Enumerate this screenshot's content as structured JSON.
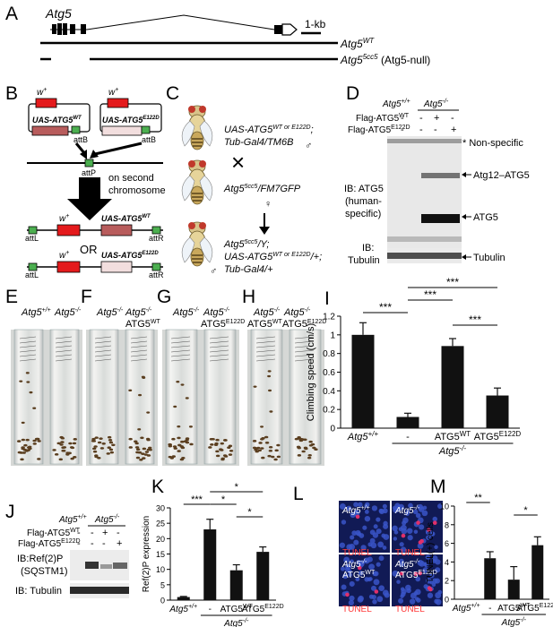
{
  "panels": {
    "A": {
      "letter": "A",
      "gene": "Atg5",
      "scale": "1-kb",
      "wt": "Atg5",
      "wt_sup": "WT",
      "mut": "Atg5",
      "mut_sup": "5cc5",
      "mut_note": "(Atg5-null)"
    },
    "B": {
      "letter": "B",
      "w_plus": "w",
      "uas_wt": "UAS-ATG5",
      "uas_wt_sup": "WT",
      "uas_e": "UAS-ATG5",
      "uas_e_sup": "E122D",
      "attB": "attB",
      "attP": "attP",
      "attL": "attL",
      "attR": "attR",
      "second_chr_1": "on second",
      "second_chr_2": "chromosome",
      "or": "OR"
    },
    "C": {
      "letter": "C",
      "line1a": "UAS-ATG5",
      "line1a_sup": "WT or E122D",
      "line1b": "Tub-Gal4/TM6B",
      "line2": "Atg5",
      "line2_sup": "5cc5",
      "line2_rest": "/FM7GFP",
      "line3a": "Atg5",
      "line3a_sup": "5cc5",
      "line3a_rest": "/Y;",
      "line3b": "UAS-ATG5",
      "line3b_sup": "WT or E122D",
      "line3b_rest": "/+;",
      "line3c": "Tub-Gal4/+",
      "cross": "×"
    },
    "D": {
      "letter": "D",
      "wt": "Atg5",
      "wt_sup": "+/+",
      "ko": "Atg5",
      "ko_sup": "-/-",
      "flag_wt": "Flag-ATG5",
      "flag_wt_sup": "WT",
      "flag_e": "Flag-ATG5",
      "flag_e_sup": "E122D",
      "row1": [
        "-",
        "-",
        "+",
        "-"
      ],
      "row2": [
        "-",
        "-",
        "-",
        "+"
      ],
      "ib1": "IB: ATG5",
      "ib1b": "(human-",
      "ib1c": "specific)",
      "nonspec": "* Non-specific",
      "conj": "Atg12–ATG5",
      "atg5": "ATG5",
      "ib2": "IB:",
      "ib2b": "Tubulin",
      "tub": "Tubulin"
    },
    "E": {
      "letter": "E",
      "t1": "Atg5",
      "t1_sup": "+/+",
      "t2": "Atg5",
      "t2_sup": "-/-"
    },
    "F": {
      "letter": "F",
      "t1": "Atg5",
      "t1_sup": "-/-",
      "t2": "ATG5",
      "t2_sup": "WT"
    },
    "G": {
      "letter": "G",
      "t1": "Atg5",
      "t1_sup": "-/-",
      "t2": "ATG5",
      "t2_sup": "E122D"
    },
    "H": {
      "letter": "H",
      "t1": "Atg5",
      "t1_sup": "-/-",
      "t2a": "ATG5",
      "t2a_sup": "WT",
      "t2b": "ATG5",
      "t2b_sup": "E122D"
    },
    "J": {
      "letter": "J",
      "wt": "Atg5",
      "wt_sup": "+/+",
      "ko": "Atg5",
      "ko_sup": "-/-",
      "flag_wt": "Flag-ATG5",
      "flag_wt_sup": "WT",
      "flag_e": "Flag-ATG5",
      "flag_e_sup": "E122D",
      "row1": [
        "-",
        "-",
        "+",
        "-"
      ],
      "row2": [
        "-",
        "-",
        "-",
        "+"
      ],
      "ib1": "IB:Ref(2)P",
      "ib1b": "(SQSTM1)",
      "ib2": "IB: Tubulin"
    },
    "L": {
      "letter": "L",
      "q1": "Atg5",
      "q1_sup": "+/+",
      "q2": "Atg5",
      "q2_sup": "-/-",
      "q3": "Atg5",
      "q3_sup": "-/-",
      "q3b": "ATG5",
      "q3b_sup": "WT",
      "q4": "Atg5",
      "q4_sup": "-/-",
      "q4b": "ATG5",
      "q4b_sup": "E122D",
      "tunel": "TUNEL"
    }
  },
  "chart_data": [
    {
      "id": "I",
      "letter": "I",
      "type": "bar",
      "ylabel": "Climbing speed (cm/s)",
      "ylim": [
        0,
        1.2
      ],
      "yticks": [
        0,
        0.2,
        0.4,
        0.6,
        0.8,
        1,
        1.2
      ],
      "categories": [
        "Atg5+/+",
        "-",
        "ATG5WT",
        "ATG5E122D"
      ],
      "x_labels": [
        {
          "main": "Atg5",
          "sup": "+/+",
          "italic": true
        },
        {
          "main": "-",
          "sup": "",
          "italic": false
        },
        {
          "main": "ATG5",
          "sup": "WT",
          "italic": false
        },
        {
          "main": "ATG5",
          "sup": "E122D",
          "italic": false
        }
      ],
      "group_label": "Atg5",
      "group_label_sup": "-/-",
      "values": [
        1.0,
        0.12,
        0.88,
        0.35
      ],
      "errors": [
        0.13,
        0.04,
        0.08,
        0.08
      ],
      "significance": [
        {
          "from": 0,
          "to": 1,
          "label": "***",
          "level": 0
        },
        {
          "from": 1,
          "to": 2,
          "label": "***",
          "level": 1
        },
        {
          "from": 1,
          "to": 3,
          "label": "***",
          "level": 2
        },
        {
          "from": 2,
          "to": 3,
          "label": "***",
          "level": 0
        }
      ]
    },
    {
      "id": "K",
      "letter": "K",
      "type": "bar",
      "ylabel": "Ref(2)P expression",
      "ylim": [
        0,
        30
      ],
      "yticks": [
        0,
        5,
        10,
        15,
        20,
        25,
        30
      ],
      "categories": [
        "Atg5+/+",
        "-",
        "ATG5WT",
        "ATG5E122D"
      ],
      "x_labels": [
        {
          "main": "Atg5",
          "sup": "+/+",
          "italic": true
        },
        {
          "main": "-",
          "sup": "",
          "italic": false
        },
        {
          "main": "ATG5",
          "sup": "WT",
          "italic": false
        },
        {
          "main": "ATG5",
          "sup": "E122D",
          "italic": false
        }
      ],
      "group_label": "Atg5",
      "group_label_sup": "-/-",
      "values": [
        1.0,
        23.0,
        9.7,
        15.7
      ],
      "errors": [
        0.2,
        3.3,
        1.8,
        1.6
      ],
      "significance": [
        {
          "from": 0,
          "to": 1,
          "label": "***",
          "level": 0
        },
        {
          "from": 1,
          "to": 2,
          "label": "*",
          "level": 0
        },
        {
          "from": 1,
          "to": 3,
          "label": "*",
          "level": 1
        },
        {
          "from": 2,
          "to": 3,
          "label": "*",
          "level": 0
        }
      ]
    },
    {
      "id": "M",
      "letter": "M",
      "type": "bar",
      "ylabel": "TUNEL(+) cells",
      "ylim": [
        0,
        10
      ],
      "yticks": [
        0,
        2,
        4,
        6,
        8,
        10
      ],
      "categories": [
        "Atg5+/+",
        "-",
        "ATG5WT",
        "ATG5E122D"
      ],
      "x_labels": [
        {
          "main": "Atg5",
          "sup": "+/+",
          "italic": true
        },
        {
          "main": "-",
          "sup": "",
          "italic": false
        },
        {
          "main": "ATG5",
          "sup": "WT",
          "italic": false
        },
        {
          "main": "ATG5",
          "sup": "E122D",
          "italic": false
        }
      ],
      "group_label": "Atg5",
      "group_label_sup": "-/-",
      "values": [
        0,
        4.4,
        2.1,
        5.8
      ],
      "errors": [
        0,
        0.7,
        1.4,
        0.9
      ],
      "significance": [
        {
          "from": 0,
          "to": 1,
          "label": "**",
          "level": 0
        },
        {
          "from": 2,
          "to": 3,
          "label": "*",
          "level": 0
        }
      ]
    }
  ]
}
